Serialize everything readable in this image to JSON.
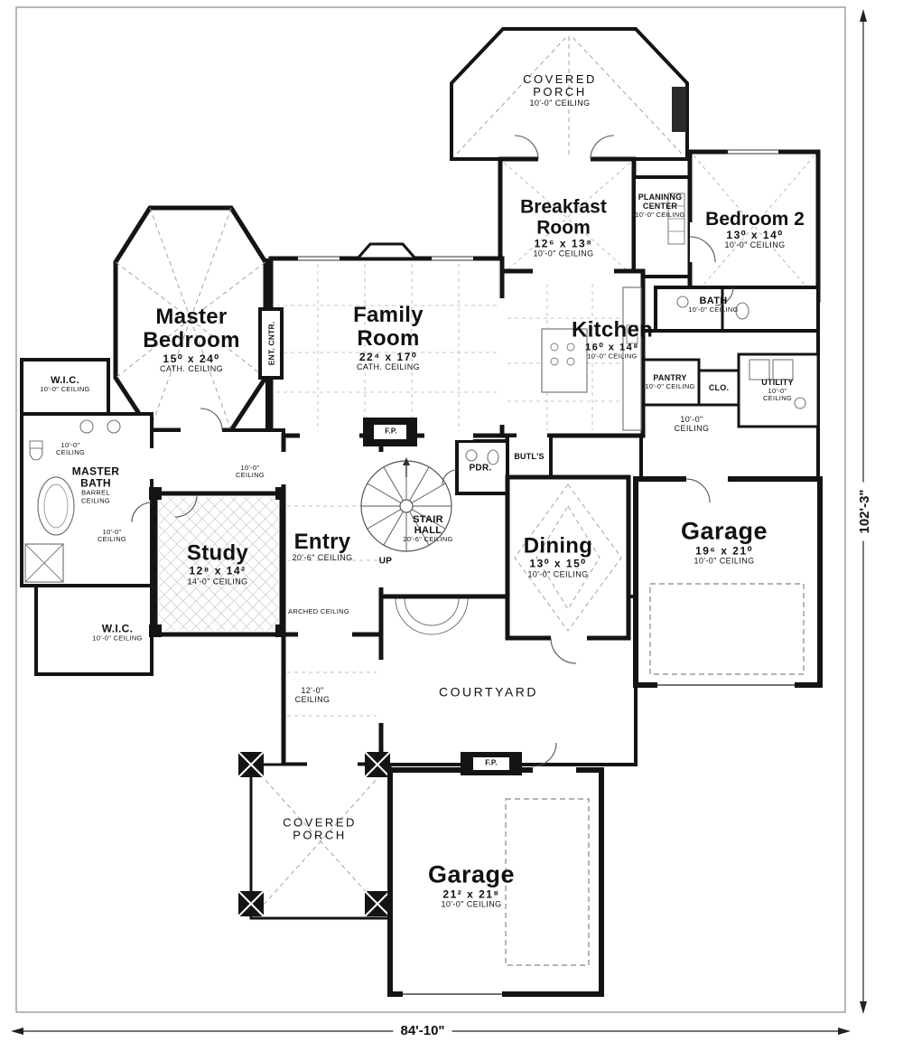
{
  "plan": {
    "dim_bottom": "84'-10\"",
    "dim_right": "102'-3\"",
    "rooms": {
      "porch_top": {
        "name": "COVERED PORCH",
        "ceiling": "10'-0\" CEILING"
      },
      "breakfast": {
        "name": "Breakfast Room",
        "dims": "12⁶ x 13⁸",
        "ceiling": "10'-0\" CEILING"
      },
      "planning": {
        "name": "PLANINNG CENTER",
        "ceiling": "10'-0\" CEILING"
      },
      "bedroom2": {
        "name": "Bedroom 2",
        "dims": "13⁰ x 14⁰",
        "ceiling": "10'-0\" CEILING"
      },
      "bath": {
        "name": "BATH",
        "ceiling": "10'-0\" CEILING"
      },
      "master_bedroom": {
        "name": "Master Bedroom",
        "dims": "15⁰ x 24⁰",
        "ceiling": "CATH. CEILING"
      },
      "family_room": {
        "name": "Family Room",
        "dims": "22⁴ x 17⁰",
        "ceiling": "CATH. CEILING"
      },
      "kitchen": {
        "name": "Kitchen",
        "dims": "16⁰ x 14⁸",
        "ceiling": "10'-0\" CEILING"
      },
      "pantry": {
        "name": "PANTRY",
        "ceiling": "10'-0\" CEILING"
      },
      "closet": {
        "name": "CLO."
      },
      "utility": {
        "name": "UTILITY",
        "ceiling": "10'-0\" CEILING"
      },
      "garage_hall": {
        "ceiling": "10'-0\" CEILING"
      },
      "wic_upper": {
        "name": "W.I.C.",
        "ceiling": "10'-0\" CEILING"
      },
      "master_bath": {
        "name": "MASTER BATH",
        "ceiling": "BARREL CEILING",
        "ceiling_a": "10'-0\" CEILING",
        "ceiling_b": "10'-0\" CEILING"
      },
      "wic_lower": {
        "name": "W.I.C.",
        "ceiling": "10'-0\" CEILING"
      },
      "study": {
        "name": "Study",
        "dims": "12⁸ x 14²",
        "ceiling": "14'-0\" CEILING"
      },
      "entry": {
        "name": "Entry",
        "ceiling": "20'-6\" CEILING"
      },
      "entry_side": {
        "ceiling": "10'-0\" CEILING"
      },
      "stair_hall": {
        "name": "STAIR HALL",
        "ceiling": "20'-6\" CEILING",
        "up": "UP"
      },
      "powder": {
        "name": "PDR."
      },
      "butlers": {
        "name": "BUTL'S"
      },
      "dining": {
        "name": "Dining",
        "dims": "13⁰ x 15⁰",
        "ceiling": "10'-0\" CEILING"
      },
      "garage_right": {
        "name": "Garage",
        "dims": "19⁶ x 21⁰",
        "ceiling": "10'-0\" CEILING"
      },
      "courtyard": {
        "name": "COURTYARD"
      },
      "gallery": {
        "ceiling": "12'-0\" CEILING"
      },
      "arched": {
        "label": "ARCHED CEILING"
      },
      "porch_bottom": {
        "name": "COVERED PORCH"
      },
      "garage_bottom": {
        "name": "Garage",
        "dims": "21² x 21⁸",
        "ceiling": "10'-0\" CEILING"
      },
      "ent_cntr": {
        "label": "ENT. CNTR."
      },
      "fireplace": {
        "label": "F.P."
      }
    }
  }
}
